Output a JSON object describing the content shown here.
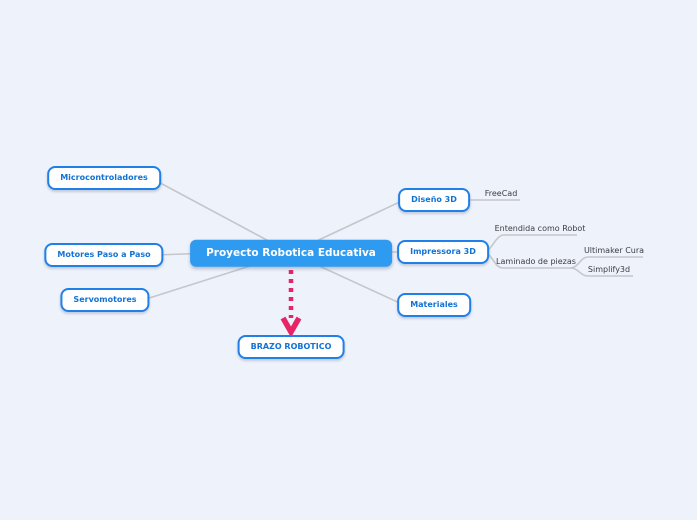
{
  "mindmap": {
    "root": {
      "label": "Proyecto Robotica Educativa"
    },
    "left_nodes": [
      {
        "label": "Microcontroladores"
      },
      {
        "label": "Motores Paso a Paso"
      },
      {
        "label": "Servomotores"
      }
    ],
    "right_nodes": [
      {
        "label": "Diseño 3D"
      },
      {
        "label": "Impressora 3D"
      },
      {
        "label": "Materiales"
      }
    ],
    "leaf_nodes": [
      {
        "label": "FreeCad"
      },
      {
        "label": "Entendida como Robot"
      },
      {
        "label": "Laminado de piezas"
      },
      {
        "label": "Ultimaker Cura"
      },
      {
        "label": "Simplify3d"
      }
    ],
    "bottom_node": {
      "label": "BRAZO ROBOTICO"
    },
    "colors": {
      "background": "#eef2fb",
      "root_fill": "#2e9bf0",
      "node_border": "#2080e8",
      "node_text": "#1273d4",
      "connector": "#c4c7cc",
      "arrow": "#e62565",
      "leaf_text": "#3a3d42"
    }
  }
}
